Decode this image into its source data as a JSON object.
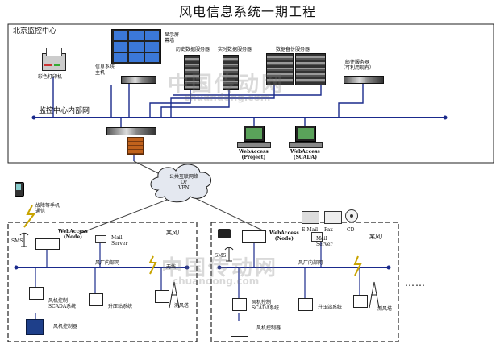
{
  "title": "风电信息系统一期工程",
  "center": {
    "name": "北京监控中心",
    "lan": "监控中心内部网",
    "display_wall": "显示屏\n幕墙",
    "info_host": "信息系统\n主机",
    "printer": "彩色打印机",
    "history_server": "历史数据服务器",
    "realtime_server": "实时数据服务器",
    "backup_server": "数据备份服务器",
    "mail_server": "邮件服务器\n（可利用现有）",
    "webaccess_project": "WebAccess\n(Project)",
    "webaccess_scada": "WebAccess\n(SCADA)"
  },
  "internet": "公共互联网络\nOr\nVPN",
  "phone": "故障等手机\n通信",
  "farm1": {
    "name": "某风厂",
    "webaccess": "WebAccess\n(Node)",
    "mail": "Mail\nServer",
    "sms": "SMS",
    "lan": "风厂内部网",
    "wireless": "无线",
    "scada": "风机控制\nSCADA系统",
    "substation": "升压站系统",
    "tower": "测风塔",
    "turbine": "风机控制器"
  },
  "farm2": {
    "name": "某风厂",
    "webaccess": "WebAccess\n(Node)",
    "mail": "Mail\nServer",
    "sms": "SMS",
    "lan": "风厂内部网",
    "scada": "风机控制\nSCADA系统",
    "substation": "升压站系统",
    "tower": "测风塔",
    "turbine": "风机控制器",
    "email": "E-Mail",
    "fax": "Fax",
    "cd": "CD"
  },
  "ellipsis": "……",
  "watermark1": "中国传动网",
  "watermark1_sub": "chuandong.com",
  "watermark2": "中国传动网",
  "watermark2_sub": "chuandong.com"
}
